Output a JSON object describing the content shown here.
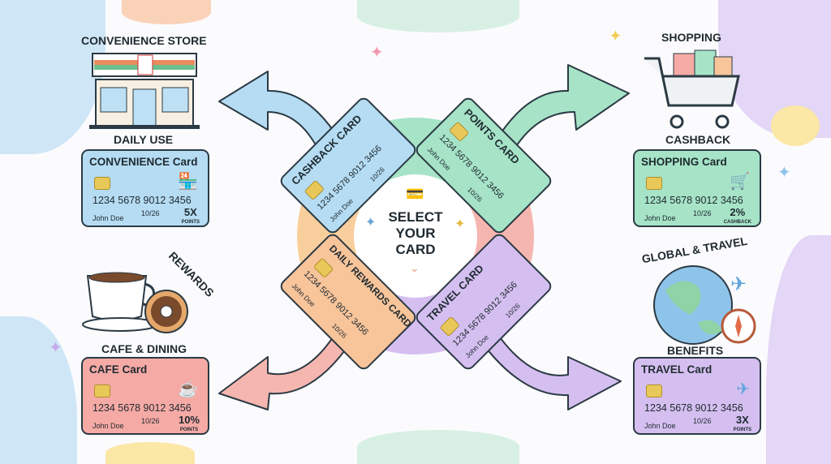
{
  "center": {
    "title_lines": [
      "SELECT",
      "YOUR",
      "CARD"
    ]
  },
  "center_cards": [
    {
      "title": "CASHBACK CARD",
      "number": "1234 5678 9012 3456",
      "name": "John Doe",
      "expiry": "10/26",
      "color": "#b5dcf3"
    },
    {
      "title": "POINTS CARD",
      "number": "1234 5678 9012 3456",
      "name": "John Doe",
      "expiry": "10/26",
      "color": "#a6e3c7"
    },
    {
      "title": "DAILY REWARDS CARD",
      "number": "1234 5678 9012 3456",
      "name": "John Doe",
      "expiry": "10/26",
      "color": "#f8c49a"
    },
    {
      "title": "TRAVEL CARD",
      "number": "1234 5678 9012 3456",
      "name": "John Doe",
      "expiry": "10/26",
      "color": "#d5bff0"
    }
  ],
  "panels": {
    "convenience": {
      "heading": "CONVENIENCE STORE",
      "subheading": "DAILY USE",
      "card_title": "CONVENIENCE Card",
      "number": "1234 5678 9012 3456",
      "expiry": "10/26",
      "name": "John Doe",
      "reward": "5X",
      "reward_unit": "POINTS",
      "color": "#b5dcf3",
      "icon": "store-icon"
    },
    "shopping": {
      "heading": "SHOPPING",
      "subheading": "CASHBACK",
      "card_title": "SHOPPING Card",
      "number": "1234 5678 9012 3456",
      "expiry": "10/26",
      "name": "John Doe",
      "reward": "2%",
      "reward_unit": "CASHBACK",
      "color": "#a6e3c7",
      "icon": "cart-icon"
    },
    "cafe": {
      "heading": "REWARDS",
      "subheading": "CAFE & DINING",
      "card_title": "CAFE Card",
      "number": "1234 5678 9012 3456",
      "expiry": "10/26",
      "name": "John Doe",
      "reward": "10%",
      "reward_unit": "POINTS",
      "color": "#f6aaa5",
      "icon": "coffee-cup-icon"
    },
    "travel": {
      "heading": "GLOBAL & TRAVEL",
      "subheading": "BENEFITS",
      "card_title": "TRAVEL Card",
      "number": "1234 5678 9012 3456",
      "expiry": "10/26",
      "name": "John Doe",
      "reward": "3X",
      "reward_unit": "POINTS",
      "color": "#d5bff0",
      "icon": "airplane-icon"
    }
  }
}
